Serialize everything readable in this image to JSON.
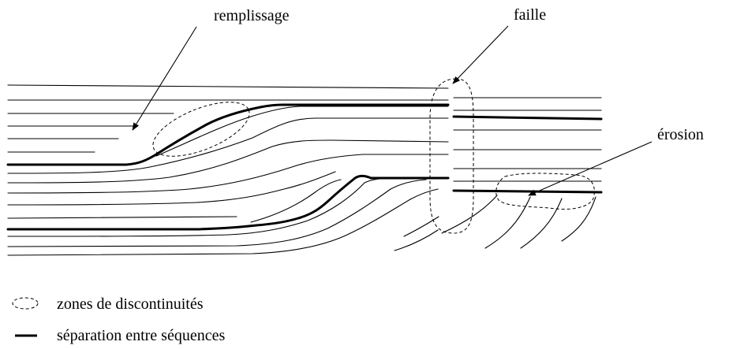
{
  "labels": {
    "fill": "remplissage",
    "fault": "faille",
    "erosion": "érosion"
  },
  "legend": [
    {
      "symbol": "dashed-ellipse",
      "text": "zones de discontinuités"
    },
    {
      "symbol": "thick-line",
      "text": "séparation entre séquences"
    }
  ],
  "colors": {
    "ink": "#000000",
    "background": "#ffffff"
  }
}
